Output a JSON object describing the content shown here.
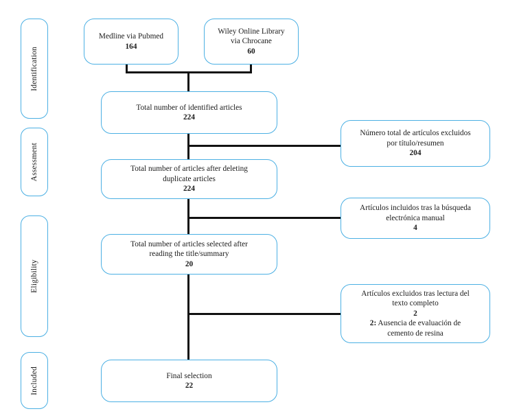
{
  "diagram": {
    "title": "PRISMA study selection flow diagram",
    "accent_border_color": "#4aafe3",
    "connector_color": "#111111",
    "background_color": "#ffffff"
  },
  "stages": [
    {
      "label": "Identification"
    },
    {
      "label": "Assessment"
    },
    {
      "label": "Eligibility"
    },
    {
      "label": "Included"
    }
  ],
  "sources": [
    {
      "line1": "Medline via Pubmed",
      "count": "164"
    },
    {
      "line1": "Wiley Online Library",
      "line2": "via Chrocane",
      "count": "60"
    }
  ],
  "main_flow": [
    {
      "line1": "Total number of identified articles",
      "count": "224"
    },
    {
      "line1": "Total number of articles after deleting",
      "line2": "duplicate articles",
      "count": "224"
    },
    {
      "line1": "Total number of articles selected after",
      "line2": "reading the title/summary",
      "count": "20"
    },
    {
      "line1": "Final selection",
      "count": "22"
    }
  ],
  "side_boxes": [
    {
      "line1": "Número total de artículos excluidos",
      "line2": "por título/resumen",
      "count": "204"
    },
    {
      "line1": "Artículos incluidos tras la búsqueda",
      "line2": "electrónica manual",
      "count": "4"
    },
    {
      "line1": "Artículos excluidos tras lectura del",
      "line2": "texto completo",
      "count": "2",
      "reason_prefix": "2:",
      "reason_line1": " Ausencia de evaluación de",
      "reason_line2": "cemento de resina"
    }
  ]
}
